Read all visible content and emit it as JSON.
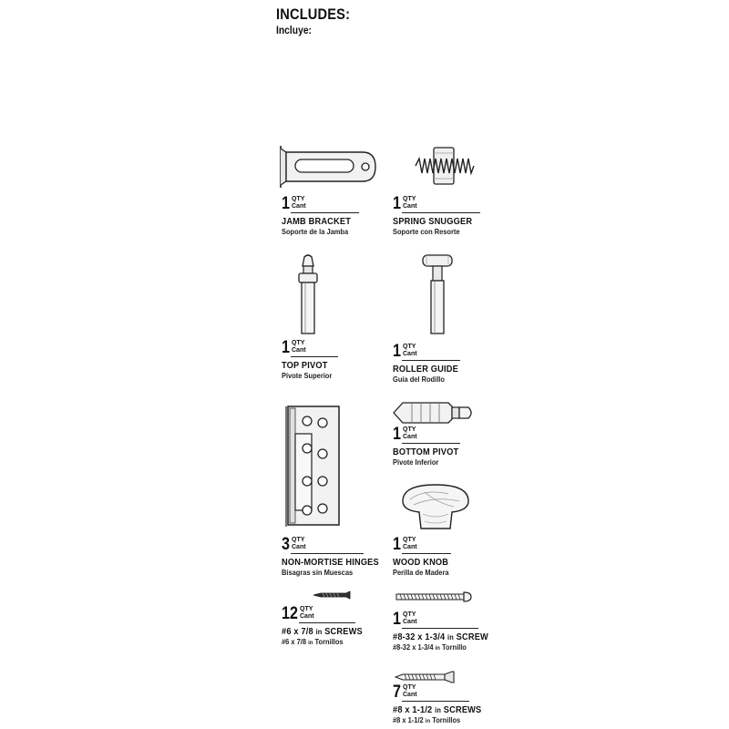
{
  "header": {
    "title": "INCLUDES:",
    "subtitle": "Incluye:"
  },
  "qty_label": "QTY",
  "cant_label": "Cant",
  "items": [
    {
      "qty": "1",
      "name": "JAMB BRACKET",
      "name_es": "Soporte de la Jamba",
      "icon": "jamb-bracket"
    },
    {
      "qty": "1",
      "name": "SPRING SNUGGER",
      "name_es": "Soporte con Resorte",
      "icon": "spring-snugger"
    },
    {
      "qty": "1",
      "name": "TOP PIVOT",
      "name_es": "Pivote Superior",
      "icon": "top-pivot"
    },
    {
      "qty": "1",
      "name": "ROLLER GUIDE",
      "name_es": "Guía del Rodillo",
      "icon": "roller-guide"
    },
    {
      "qty": "1",
      "name": "BOTTOM PIVOT",
      "name_es": "Pivote Inferior",
      "icon": "bottom-pivot"
    },
    {
      "qty": "3",
      "name": "NON-MORTISE HINGES",
      "name_es": "Bisagras sin Muescas",
      "icon": "hinge"
    },
    {
      "qty": "1",
      "name": "WOOD KNOB",
      "name_es": "Perilla de Madera",
      "icon": "wood-knob"
    },
    {
      "qty": "12",
      "name_a": "#6 x 7/8",
      "name_unit": "in",
      "name_b": "SCREWS",
      "name_es_a": "#6 x 7/8",
      "name_es_unit": "in",
      "name_es_b": "Tornillos",
      "icon": "small-screw"
    },
    {
      "qty": "1",
      "name_a": "#8-32 x 1-3/4",
      "name_unit": "in",
      "name_b": "SCREW",
      "name_es_a": "#8-32 x 1-3/4",
      "name_es_unit": "in",
      "name_es_b": "Tornillo",
      "icon": "machine-screw"
    },
    {
      "qty": "7",
      "name_a": "#8 x 1-1/2",
      "name_unit": "in",
      "name_b": "SCREWS",
      "name_es_a": "#8 x 1-1/2",
      "name_es_unit": "in",
      "name_es_b": "Tornillos",
      "icon": "wood-screw"
    }
  ]
}
